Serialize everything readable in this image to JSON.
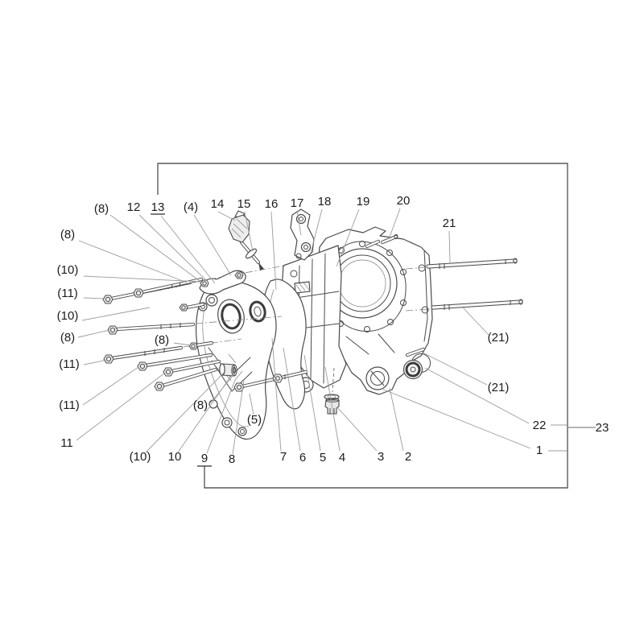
{
  "figure": {
    "kind": "exploded parts diagram",
    "subject": "engine crankcase assembly",
    "background_color": "#ffffff",
    "drawing_line_color": "#4a4a4a",
    "label_color": "#1c1c1c",
    "leader_line_color": "#9c9c9c",
    "frame_color": "#5a5a5a"
  },
  "callouts": {
    "top": [
      "(8)",
      "12",
      "13",
      "(4)",
      "14",
      "15",
      "16",
      "17",
      "18",
      "19",
      "20",
      "21"
    ],
    "left": [
      "(8)",
      "(10)",
      "(11)",
      "(10)",
      "(8)",
      "(11)",
      "(11)",
      "11"
    ],
    "inner": [
      "(8)",
      "(8)",
      "(5)",
      "(10)",
      "10"
    ],
    "bottom": [
      "9",
      "8",
      "7",
      "6",
      "5",
      "4",
      "3",
      "2"
    ],
    "right": [
      "(21)",
      "(21)",
      "22",
      "23",
      "1"
    ]
  }
}
